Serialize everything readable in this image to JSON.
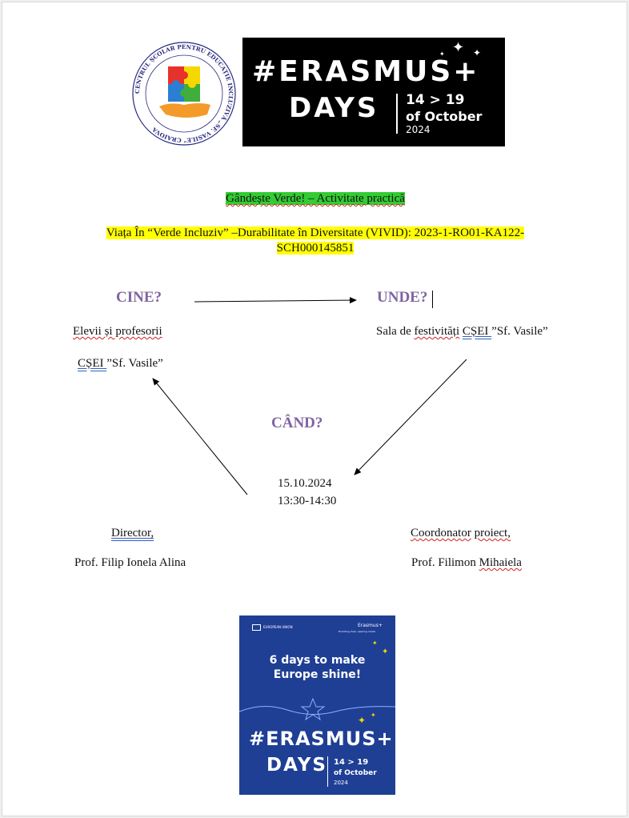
{
  "logo": {
    "ring_text": "CENTRUL ȘCOLAR PENTRU EDUCAȚIE INCLUZIVĂ „SF. VASILE” CRAIOVA",
    "colors": {
      "red": "#e8312a",
      "yellow": "#f5d800",
      "blue": "#2a7fd3",
      "green": "#3fae3a",
      "hand": "#f49a2a"
    }
  },
  "banner": {
    "hashtag": "#ERASMUS+",
    "days": "DAYS",
    "dates": "14 > 19",
    "month": "of October",
    "year": "2024"
  },
  "title": "Gândește Verde! – Activitate practică",
  "project": {
    "line1": "Viața În “Verde Incluziv” –Durabilitate în Diversitate (VIVID): 2023-1-RO01-KA122-",
    "line2": "SCH000145851"
  },
  "cine": {
    "heading": "CINE?",
    "line1": "Elevii și profesorii",
    "line2_org": "CȘEI ",
    "line2_rest": "”Sf. Vasile”"
  },
  "unde": {
    "heading": "UNDE?",
    "text_a": "Sala de ",
    "text_b": "festivități",
    "text_c": " ",
    "text_org": "CȘEI ",
    "text_rest": "”Sf. Vasile”"
  },
  "cand": {
    "heading": "CÂND?",
    "date": "15.10.2024",
    "time": "13:30-14:30"
  },
  "director": {
    "role": "Director,",
    "name": "Prof. Filip Ionela Alina"
  },
  "coordinator": {
    "role_a": "Coordonator",
    "role_b": " ",
    "role_c": "proiect,",
    "name_a": "Prof. Filimon ",
    "name_b": "Mihaiela"
  },
  "poster": {
    "eu_label": "EUROPEAN UNION",
    "brand": "Erasmus+",
    "brand_sub": "Enriching lives, opening minds",
    "line1": "6 days to make",
    "line2": "Europe shine!",
    "hashtag": "#ERASMUS+",
    "days": "DAYS",
    "dates": "14 > 19",
    "month": "of October",
    "year": "2024"
  }
}
